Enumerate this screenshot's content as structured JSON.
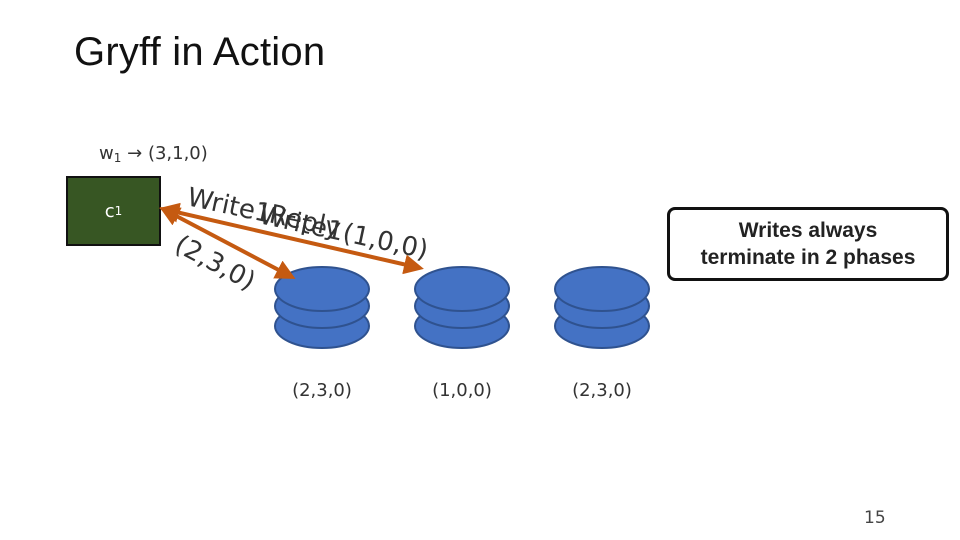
{
  "slide": {
    "title": "Gryff in Action",
    "write_op": {
      "op": "w",
      "subscript": "1",
      "value": "(3,1,0)"
    },
    "client": {
      "label": "c",
      "subscript": "1"
    },
    "messages": {
      "write1": "Write1",
      "reply": "Reply",
      "write1_value": "Write1(1,0,0)",
      "reply_value": "(2,3,0)"
    },
    "callout": {
      "line1": "Writes always",
      "line2": "terminate in 2 phases"
    },
    "replica_states": [
      "(2,3,0)",
      "(1,0,0)",
      "(2,3,0)"
    ],
    "page_number": "15",
    "colors": {
      "client_fill": "#375623",
      "replica_fill": "#4472C4",
      "arrow": "#C55A11"
    }
  }
}
